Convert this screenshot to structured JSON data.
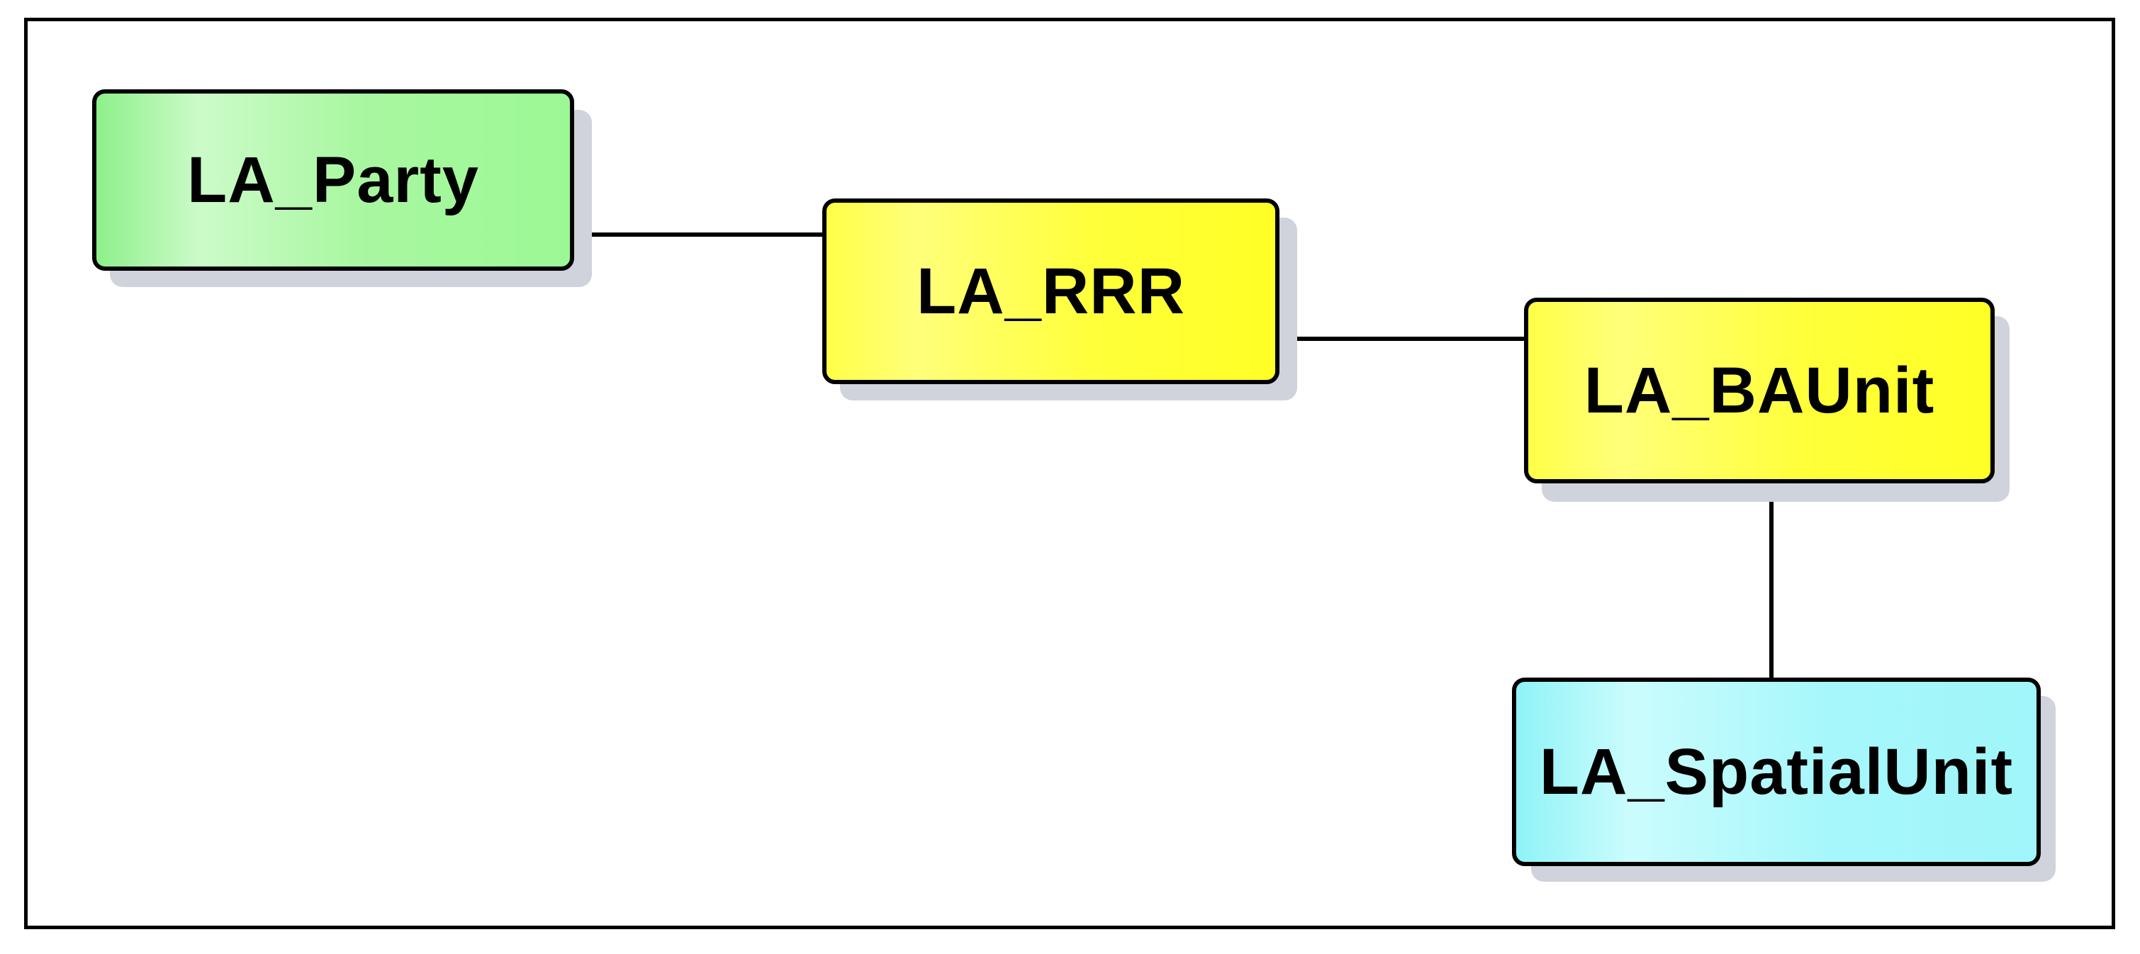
{
  "diagram": {
    "nodes": {
      "party": {
        "label": "LA_Party",
        "color": "#a0f79a"
      },
      "rrr": {
        "label": "LA_RRR",
        "color": "#ffff3c"
      },
      "baunit": {
        "label": "LA_BAUnit",
        "color": "#ffff3c"
      },
      "spatialunit": {
        "label": "LA_SpatialUnit",
        "color": "#a6f7fb"
      }
    },
    "edges": [
      {
        "from": "LA_Party",
        "to": "LA_RRR"
      },
      {
        "from": "LA_RRR",
        "to": "LA_BAUnit"
      },
      {
        "from": "LA_BAUnit",
        "to": "LA_SpatialUnit"
      }
    ]
  }
}
